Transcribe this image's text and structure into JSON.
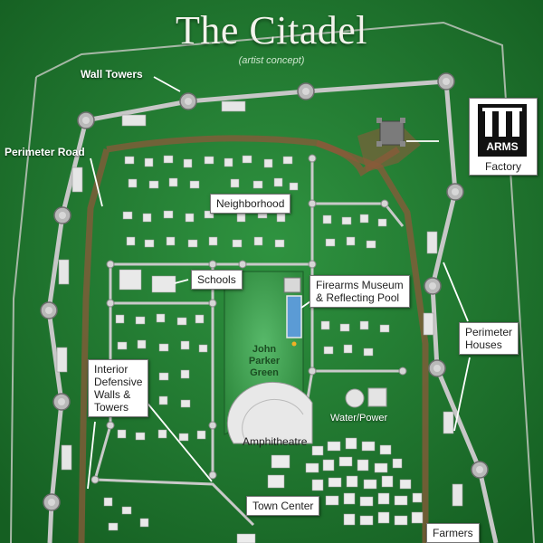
{
  "title": "The Citadel",
  "subtitle": "(artist concept)",
  "labels": {
    "wall_towers": "Wall Towers",
    "perimeter_road": "Perimeter Road",
    "neighborhood": "Neighborhood",
    "schools": "Schools",
    "museum": [
      "Firearms Museum",
      "& Reflecting Pool"
    ],
    "green": [
      "John",
      "Parker",
      "Green"
    ],
    "interior_walls": [
      "Interior",
      "Defensive",
      "Walls &",
      "Towers"
    ],
    "perimeter_houses": [
      "Perimeter",
      "Houses"
    ],
    "water_power": "Water/Power",
    "amphitheatre": "Amphitheatre",
    "town_center": "Town Center",
    "farmers": "Farmers",
    "factory": "Factory",
    "factory_logo": "ARMS"
  },
  "colors": {
    "grass": "#1f7a2e",
    "green_light": "#3aa14b",
    "road": "#8a5a3a",
    "wall": "#b8b8b8",
    "label_bg": "#ffffff"
  }
}
